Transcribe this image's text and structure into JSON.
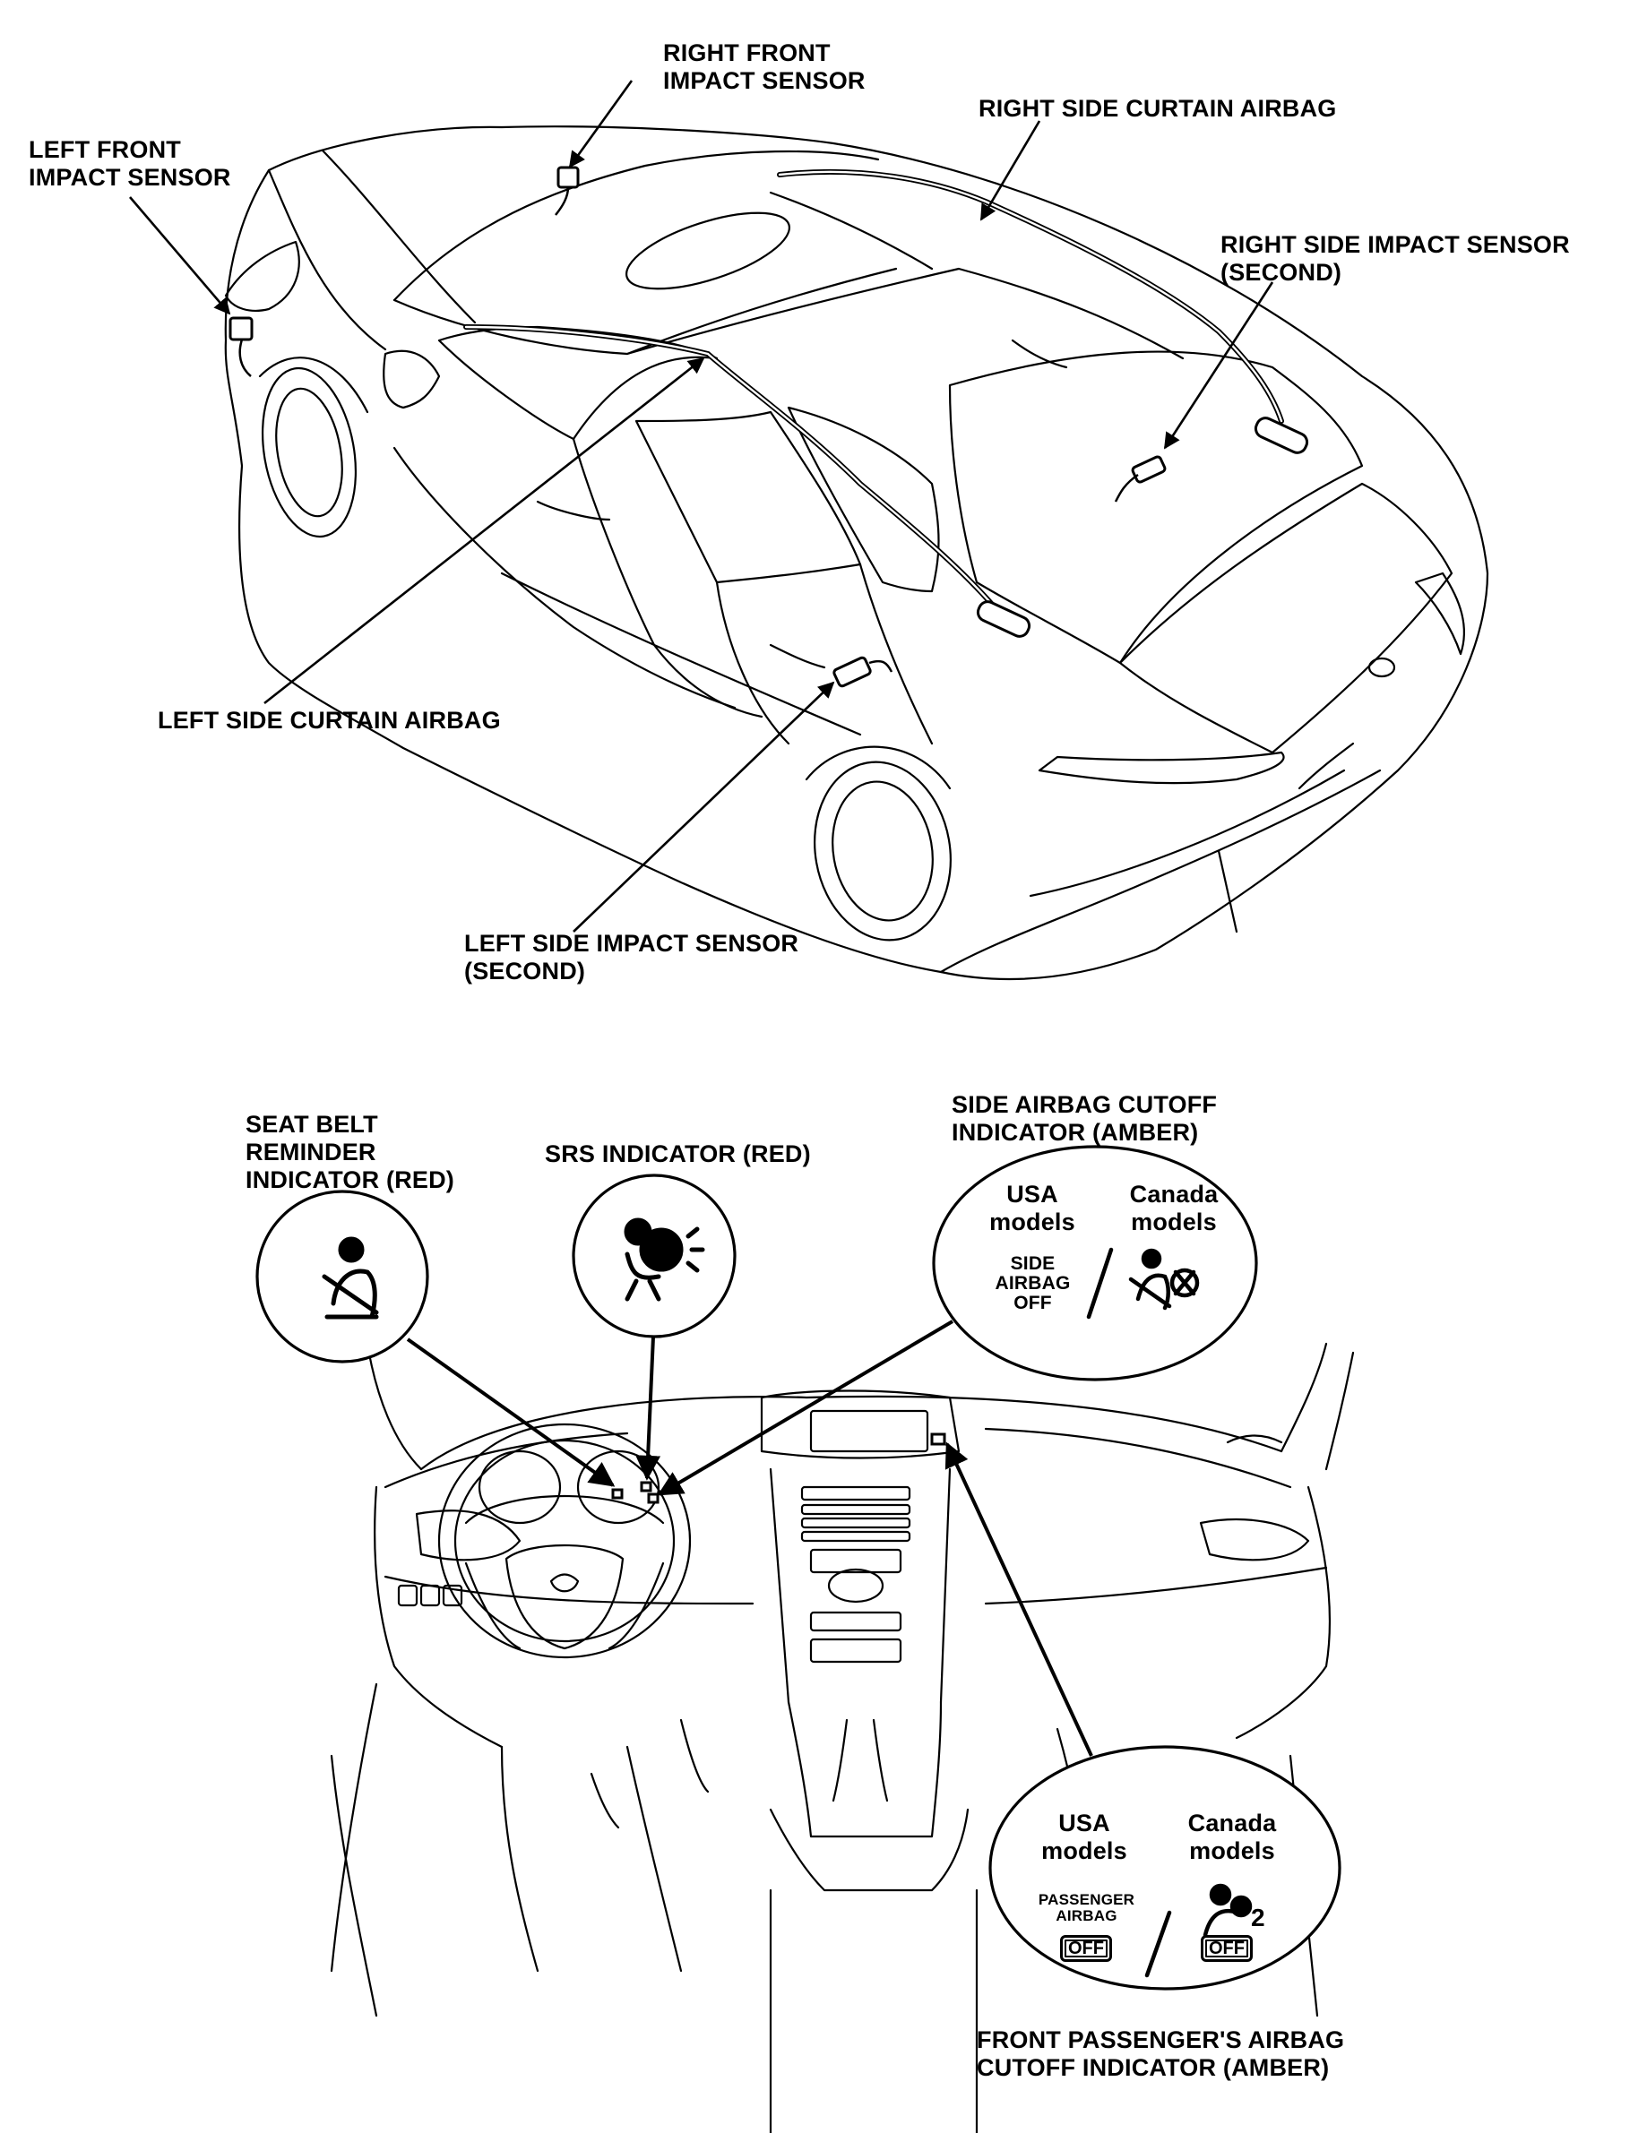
{
  "car_labels": {
    "right_front_sensor": [
      "RIGHT FRONT",
      "IMPACT SENSOR"
    ],
    "left_front_sensor": [
      "LEFT FRONT",
      "IMPACT SENSOR"
    ],
    "right_curtain": "RIGHT SIDE CURTAIN AIRBAG",
    "right_side_sensor": [
      "RIGHT SIDE IMPACT SENSOR",
      "(SECOND)"
    ],
    "left_curtain": "LEFT SIDE CURTAIN AIRBAG",
    "left_side_sensor": [
      "LEFT SIDE IMPACT SENSOR",
      "(SECOND)"
    ]
  },
  "dash_labels": {
    "seat_belt": [
      "SEAT BELT",
      "REMINDER",
      "INDICATOR (RED)"
    ],
    "srs": "SRS INDICATOR (RED)",
    "side_cutoff": [
      "SIDE AIRBAG CUTOFF",
      "INDICATOR (AMBER)"
    ],
    "front_pass_cutoff": [
      "FRONT PASSENGER'S AIRBAG",
      "CUTOFF INDICATOR (AMBER)"
    ]
  },
  "side_circle": {
    "usa": [
      "USA",
      "models"
    ],
    "canada": [
      "Canada",
      "models"
    ],
    "usa_text": [
      "SIDE",
      "AIRBAG",
      "OFF"
    ]
  },
  "pass_circle": {
    "usa": [
      "USA",
      "models"
    ],
    "canada": [
      "Canada",
      "models"
    ],
    "usa_text": [
      "PASSENGER",
      "AIRBAG"
    ],
    "off": "OFF",
    "seat_number": "2"
  }
}
